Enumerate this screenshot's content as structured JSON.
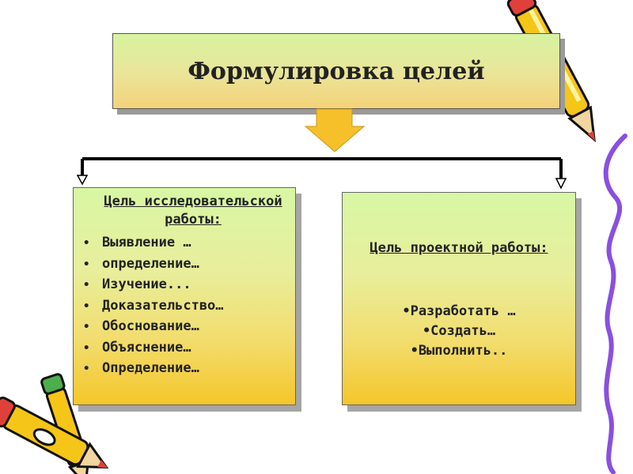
{
  "title": "Формулировка целей",
  "left_box": {
    "heading": "Цель исследовательской работы:",
    "items": [
      "Выявление …",
      "определение…",
      "Изучение...",
      "Доказательство…",
      "Обоснование…",
      "Объяснение…",
      "Определение…"
    ]
  },
  "right_box": {
    "heading": "Цель проектной работы:",
    "items": [
      "•Разработать …",
      "•Создать…",
      "•Выполнить.."
    ]
  },
  "bullet_glyph": "•",
  "decorations": [
    "pencil-icon",
    "pencil-icon",
    "pencil-icon",
    "squiggle-line"
  ],
  "colors": {
    "box_top": "#d8f7a4",
    "box_bottom": "#f5c62a",
    "arrow": "#f5c02a",
    "squiggle": "#8a4fe0",
    "pencil_body": "#f5c518"
  }
}
